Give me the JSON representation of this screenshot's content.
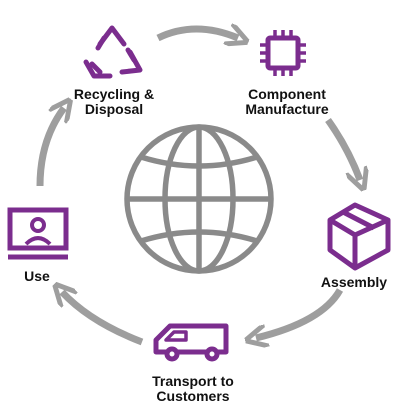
{
  "stages": {
    "recycling": "Recycling &\nDisposal",
    "component": "Component\nManufacture",
    "assembly": "Assembly",
    "transport": "Transport to\nCustomers",
    "use": "Use"
  },
  "colors": {
    "accent": "#7b2d8e",
    "arrow": "#9e9e9e",
    "globe": "#8a8a8a",
    "text": "#111111"
  },
  "icons": {
    "recycling": "recycle-icon",
    "component": "chip-icon",
    "assembly": "box-icon",
    "transport": "van-icon",
    "use": "monitor-user-icon",
    "center": "globe-icon"
  }
}
